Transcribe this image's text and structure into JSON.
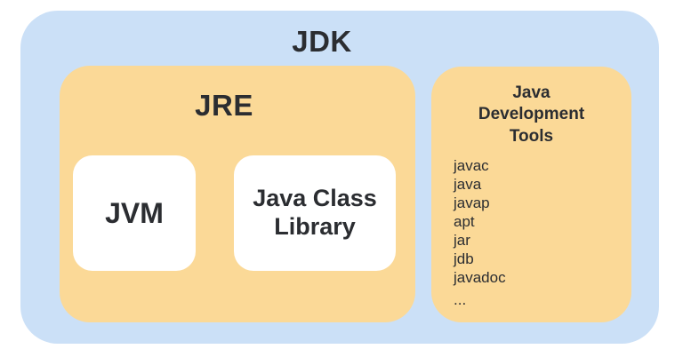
{
  "colors": {
    "outer": "#CBE0F7",
    "inner": "#FBD997",
    "card": "#FFFFFF",
    "text": "#2B2D31"
  },
  "jdk": {
    "label": "JDK"
  },
  "jre": {
    "label": "JRE"
  },
  "jvm": {
    "label": "JVM"
  },
  "class_library": {
    "label": "Java Class Library"
  },
  "tools": {
    "title": "Java Development Tools",
    "items": [
      "javac",
      "java",
      "javap",
      "apt",
      "jar",
      "jdb",
      "javadoc",
      "..."
    ]
  }
}
